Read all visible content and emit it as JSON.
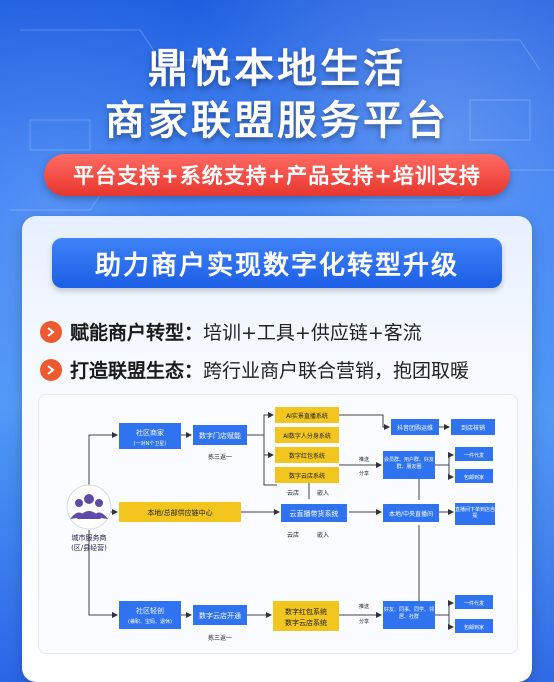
{
  "title_line1": "鼎悦本地生活",
  "title_line2": "商家联盟服务平台",
  "support_pill": "平台支持+系统支持+产品支持+培训支持",
  "card_heading": "助力商户实现数字化转型升级",
  "bullets": [
    {
      "key": "赋能商户转型：",
      "text": "培训+工具+供应链+客流"
    },
    {
      "key": "打造联盟生态：",
      "text": "跨行业商户联合营销，抱团取暖"
    }
  ],
  "colors": {
    "brand_blue": "#1c5ee6",
    "accent_red": "#e8362e",
    "node_blue": "#2f73f0",
    "node_yellow": "#f2c61f"
  },
  "diagram": {
    "hub": {
      "line1": "城市服务商",
      "line2": "(区/县经营)"
    },
    "community_merchant": {
      "line1": "社区商家",
      "line2": "(一对N个卫星)"
    },
    "store_empower": "数字门店赋能",
    "community_light": {
      "line1": "社区轻创",
      "line2": "(兼职、宝妈、退休)"
    },
    "cloud_open": "数字云店开通",
    "supply_center": "本地/总部供应链中心",
    "cloud_live_system": "云直播带货系统",
    "ai_live": "AI实景直播系统",
    "ai_avatar": "AI数字人分身系统",
    "redpacket": "数字红包系统",
    "cloud_store_sys": "数字云店系统",
    "redpacket_cloud": {
      "line1": "数字红包系统",
      "line2": "数字云店系统"
    },
    "douyin": "抖音团购运维",
    "catering": "到店核销",
    "local_live": "本地/中央直播间",
    "members1": "会员群、用户群、好友群、朋友圈",
    "members2": "好友、同事、同学、邻居、社群",
    "gen1": "一件代发",
    "gen2": "包邮到家",
    "gen3": "一件代发",
    "gen4": "包邮到家",
    "self_pick": "直播间下单到店自提",
    "pick3_1": "拣三返一",
    "pick3_2": "拣三返一",
    "cloud_store": "云店",
    "enter": "嵌入",
    "cloud_store2": "云店",
    "enter2": "嵌入",
    "push": "推送",
    "share": "分享",
    "push2": "推送",
    "share2": "分享"
  }
}
